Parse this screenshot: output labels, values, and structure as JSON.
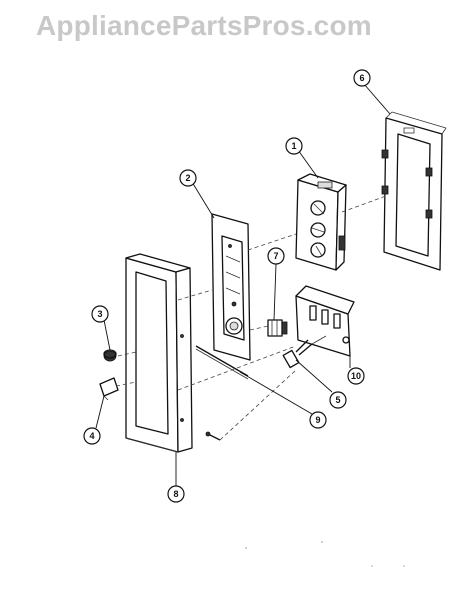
{
  "watermark": "AppliancePartsPros.com",
  "callouts": [
    {
      "id": "callout-1",
      "label": "1"
    },
    {
      "id": "callout-2",
      "label": "2"
    },
    {
      "id": "callout-3",
      "label": "3"
    },
    {
      "id": "callout-4",
      "label": "4"
    },
    {
      "id": "callout-5",
      "label": "5"
    },
    {
      "id": "callout-6",
      "label": "6"
    },
    {
      "id": "callout-7",
      "label": "7"
    },
    {
      "id": "callout-8",
      "label": "8"
    },
    {
      "id": "callout-9",
      "label": "9"
    },
    {
      "id": "callout-10",
      "label": "10"
    }
  ]
}
